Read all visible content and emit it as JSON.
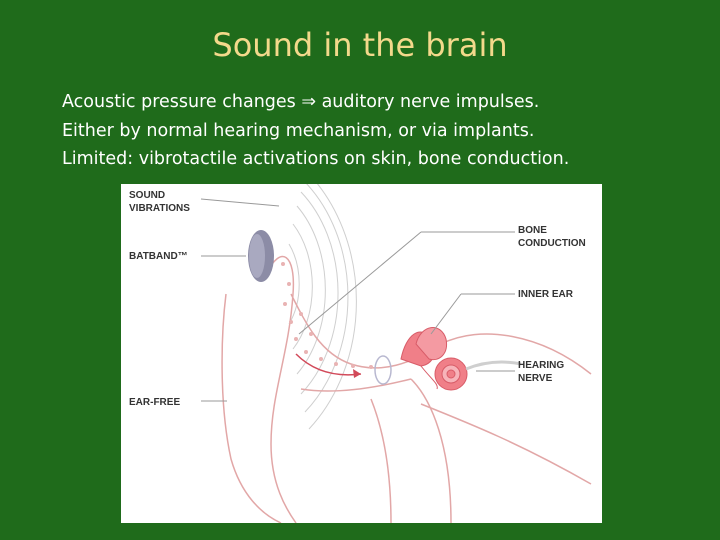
{
  "slide": {
    "title": "Sound in the brain",
    "lines": [
      {
        "before": "Acoustic pressure changes ",
        "arrow": "⇒",
        "after": " auditory nerve impulses."
      },
      {
        "text": "Either by normal hearing mechanism, or via implants."
      },
      {
        "text": "Limited: vibrotactile activations on skin, bone conduction."
      }
    ]
  },
  "figure": {
    "labels": {
      "sound_1": "SOUND",
      "sound_2": "VIBRATIONS",
      "batband": "BATBAND™",
      "earfree": "EAR-FREE",
      "bone_1": "BONE",
      "bone_2": "CONDUCTION",
      "inner": "INNER EAR",
      "nerve_1": "HEARING",
      "nerve_2": "NERVE"
    },
    "colors": {
      "outline": "#e2a7a7",
      "cochlea": "#f07f88",
      "device": "#8c8ca6",
      "leader": "#999999"
    }
  }
}
